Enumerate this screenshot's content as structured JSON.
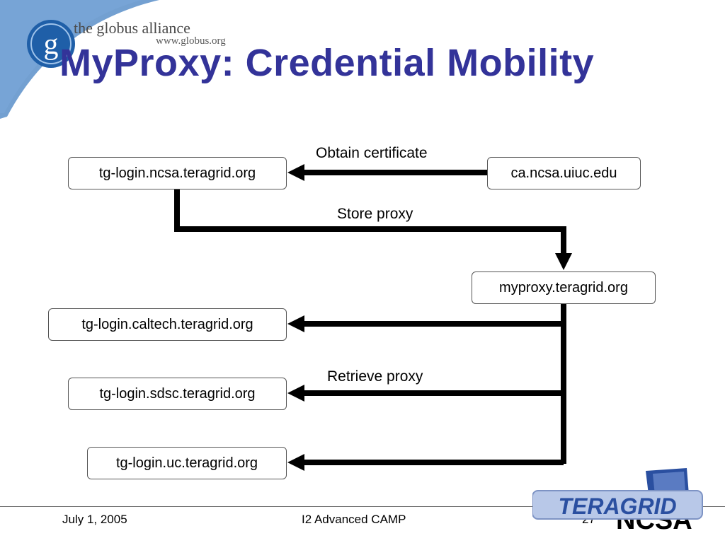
{
  "branding": {
    "org_name": "the globus alliance",
    "org_url": "www.globus.org",
    "logo_letter": "g",
    "teragrid_logo_text": "TERAGRID",
    "ncsa_logo_text": "NCSA"
  },
  "slide": {
    "title": "MyProxy: Credential Mobility"
  },
  "diagram": {
    "hosts": {
      "ncsa_login": "tg-login.ncsa.teragrid.org",
      "ca": "ca.ncsa.uiuc.edu",
      "myproxy": "myproxy.teragrid.org",
      "caltech_login": "tg-login.caltech.teragrid.org",
      "sdsc_login": "tg-login.sdsc.teragrid.org",
      "uc_login": "tg-login.uc.teragrid.org"
    },
    "flows": {
      "obtain": "Obtain certificate",
      "store": "Store proxy",
      "retrieve": "Retrieve proxy"
    }
  },
  "footer": {
    "date": "July 1, 2005",
    "event": "I2 Advanced CAMP",
    "page_number": "27"
  },
  "colors": {
    "title": "#333399",
    "swoosh": "#5b8fc9",
    "teragrid_blue": "#2a4fa0",
    "lines": "#000000"
  }
}
